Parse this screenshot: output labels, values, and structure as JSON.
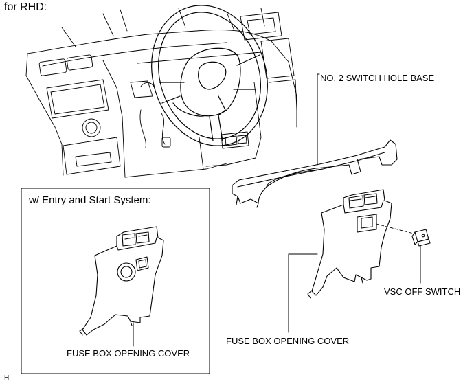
{
  "title": "for RHD:",
  "labels": {
    "switch_hole_base": "NO. 2 SWITCH HOLE BASE",
    "inset_title": "w/ Entry and Start System:",
    "vsc_off_switch": "VSC OFF SWITCH",
    "fuse_box_cover_main": "FUSE BOX OPENING COVER",
    "fuse_box_cover_inset": "FUSE BOX OPENING COVER",
    "figure_code": "H"
  }
}
